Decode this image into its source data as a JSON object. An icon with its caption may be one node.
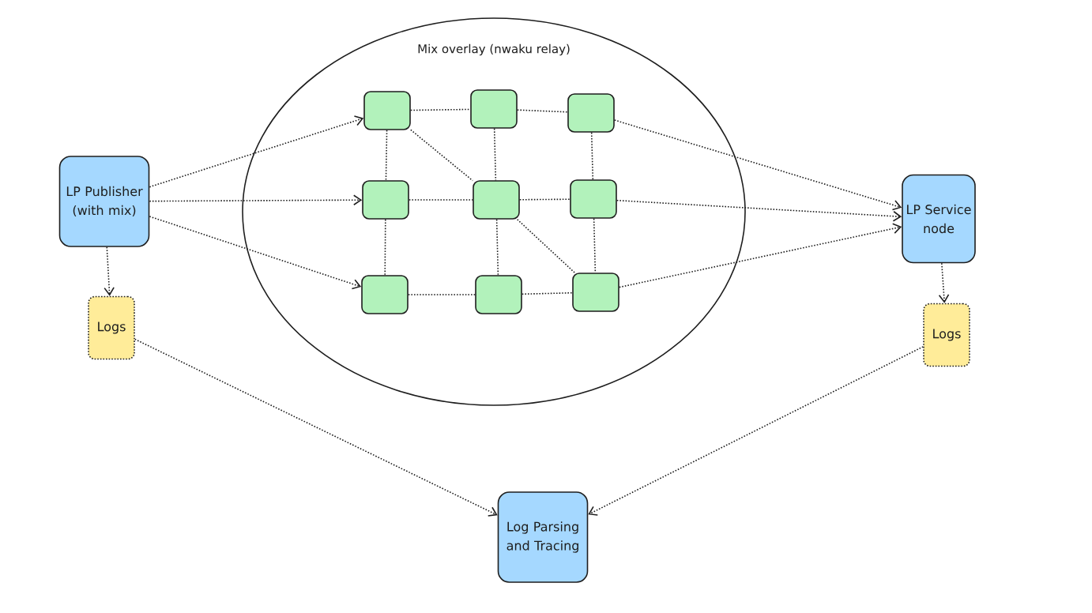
{
  "diagram": {
    "nodes": [
      {
        "text": [
          "Mix overlay (nwaku relay)"
        ]
      },
      {
        "text": [
          "LP Publisher (with mix)"
        ]
      },
      {
        "text": [],
        "shape": "box",
        "in": 0
      },
      {
        "text": [],
        "shape": "box",
        "in": 0
      },
      {
        "text": [],
        "shape": "box",
        "in": 0
      },
      {
        "text": [],
        "shape": "box",
        "in": 0
      },
      {
        "text": [],
        "shape": "box",
        "in": 0
      },
      {
        "text": [],
        "shape": "box",
        "in": 0
      },
      {
        "text": [],
        "shape": "box",
        "in": 0
      },
      {
        "text": [],
        "shape": "box",
        "in": 0
      },
      {
        "text": [],
        "shape": "box",
        "in": 0
      },
      {
        "text": [
          "LP Service node"
        ]
      },
      {
        "text": [
          "Logs"
        ]
      },
      {
        "text": [
          "Logs"
        ]
      },
      {
        "text": [
          "Log Parsing and Tracing"
        ]
      }
    ],
    "edges": [
      {
        "from": 1,
        "to": 2,
        "arrow": "to"
      },
      {
        "from": 1,
        "to": 5,
        "arrow": "to"
      },
      {
        "from": 1,
        "to": 8,
        "arrow": "to"
      },
      {
        "from": 2,
        "to": 3,
        "arrow": "none"
      },
      {
        "from": 3,
        "to": 4,
        "arrow": "none"
      },
      {
        "from": 2,
        "to": 5,
        "arrow": "none"
      },
      {
        "from": 2,
        "to": 6,
        "arrow": "none"
      },
      {
        "from": 3,
        "to": 6,
        "arrow": "none"
      },
      {
        "from": 4,
        "to": 7,
        "arrow": "none"
      },
      {
        "from": 5,
        "to": 6,
        "arrow": "none"
      },
      {
        "from": 6,
        "to": 7,
        "arrow": "none"
      },
      {
        "from": 5,
        "to": 8,
        "arrow": "none"
      },
      {
        "from": 6,
        "to": 9,
        "arrow": "none"
      },
      {
        "from": 6,
        "to": 10,
        "arrow": "none"
      },
      {
        "from": 7,
        "to": 10,
        "arrow": "none"
      },
      {
        "from": 8,
        "to": 9,
        "arrow": "none"
      },
      {
        "from": 9,
        "to": 10,
        "arrow": "none"
      },
      {
        "from": 4,
        "to": 11,
        "arrow": "to"
      },
      {
        "from": 7,
        "to": 11,
        "arrow": "to"
      },
      {
        "from": 10,
        "to": 11,
        "arrow": "to"
      },
      {
        "from": 1,
        "to": 12,
        "arrow": "to"
      },
      {
        "from": 11,
        "to": 13,
        "arrow": "to"
      },
      {
        "from": 12,
        "to": 14,
        "arrow": "to"
      },
      {
        "from": 13,
        "to": 14,
        "arrow": "to"
      }
    ]
  }
}
